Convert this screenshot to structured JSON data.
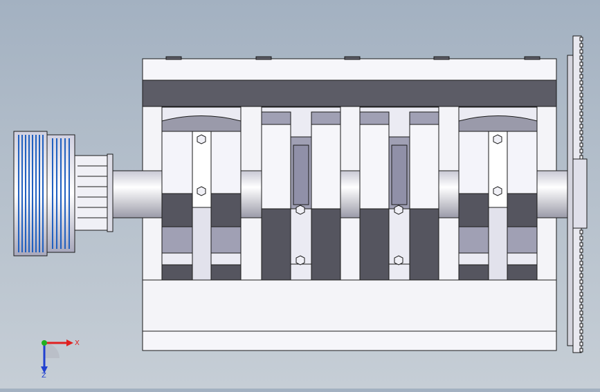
{
  "viewport": {
    "background_top": "#a3b1c1",
    "background_bottom": "#c6ced6",
    "model": "crankshaft-block-assembly"
  },
  "colors": {
    "housing": "#f4f4f8",
    "housing_band": "#5c5c66",
    "bearing_cap": "#ebebf3",
    "bearing_dark": "#55555f",
    "bearing_mid": "#a0a0b4",
    "pulley_groove": "#3a78d6",
    "flywheel": "#e9e9f0",
    "edge": "#1a1a1a"
  },
  "triad": {
    "x_label": "X",
    "z_label": "Z",
    "x_color": "#e02020",
    "y_color": "#20b020",
    "z_color": "#2040d0"
  }
}
